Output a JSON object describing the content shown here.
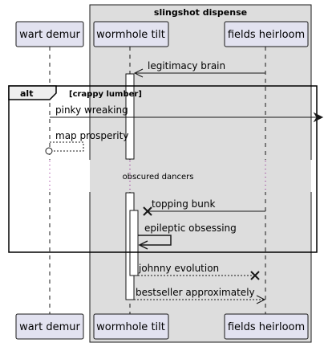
{
  "group": {
    "title": "slingshot dispense"
  },
  "participants": [
    {
      "id": "wart",
      "label": "wart demur"
    },
    {
      "id": "wormhole",
      "label": "wormhole tilt"
    },
    {
      "id": "fields",
      "label": "fields heirloom"
    }
  ],
  "alt_fragment": {
    "keyword": "alt",
    "condition": "[crappy lumber]"
  },
  "messages": [
    {
      "label": "legitimacy brain",
      "from": "fields",
      "to": "wormhole",
      "style": "solid",
      "head": "open"
    },
    {
      "label": "pinky wreaking",
      "from": "wart",
      "to": "outside-right",
      "style": "solid",
      "head": "filled"
    },
    {
      "label": "map prosperity",
      "from": "wart",
      "to": "wart",
      "style": "dashed",
      "head": "circle"
    },
    {
      "label": "topping bunk",
      "from": "fields",
      "to": "wormhole",
      "style": "solid",
      "head": "cross"
    },
    {
      "label": "epileptic obsessing",
      "from": "wormhole",
      "to": "wormhole",
      "style": "solid",
      "head": "open"
    },
    {
      "label": "johnny evolution",
      "from": "wormhole",
      "to": "fields",
      "style": "dashed",
      "head": "cross"
    },
    {
      "label": "bestseller approximately",
      "from": "wormhole",
      "to": "fields",
      "style": "dashed",
      "head": "open"
    }
  ],
  "divider": {
    "label": "obscured dancers"
  },
  "colors": {
    "participant_fill": "#e2e2f0",
    "participant_stroke": "#181818",
    "group_fill": "#dddddd",
    "lifeline": "#181818",
    "arrow": "#181818"
  }
}
